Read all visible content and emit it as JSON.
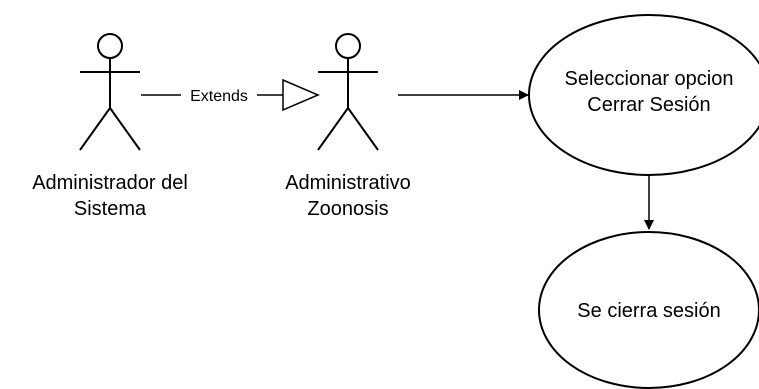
{
  "actors": [
    {
      "id": "admin_sistema",
      "label_lines": [
        "Administrador del",
        "Sistema"
      ]
    },
    {
      "id": "administrativo",
      "label_lines": [
        "Administrativo",
        "Zoonosis"
      ]
    }
  ],
  "use_cases": [
    {
      "id": "uc_select",
      "label_lines": [
        "Seleccionar opcion",
        "Cerrar Sesión"
      ]
    },
    {
      "id": "uc_closed",
      "label_lines": [
        "Se cierra sesión"
      ]
    }
  ],
  "edges": [
    {
      "from": "admin_sistema",
      "to": "administrativo",
      "label": "Extends",
      "style": "generalization"
    },
    {
      "from": "administrativo",
      "to": "uc_select",
      "label": "",
      "style": "association-arrow"
    },
    {
      "from": "uc_select",
      "to": "uc_closed",
      "label": "",
      "style": "association-arrow"
    }
  ],
  "colors": {
    "stroke": "#000000",
    "background": "#ffffff"
  }
}
